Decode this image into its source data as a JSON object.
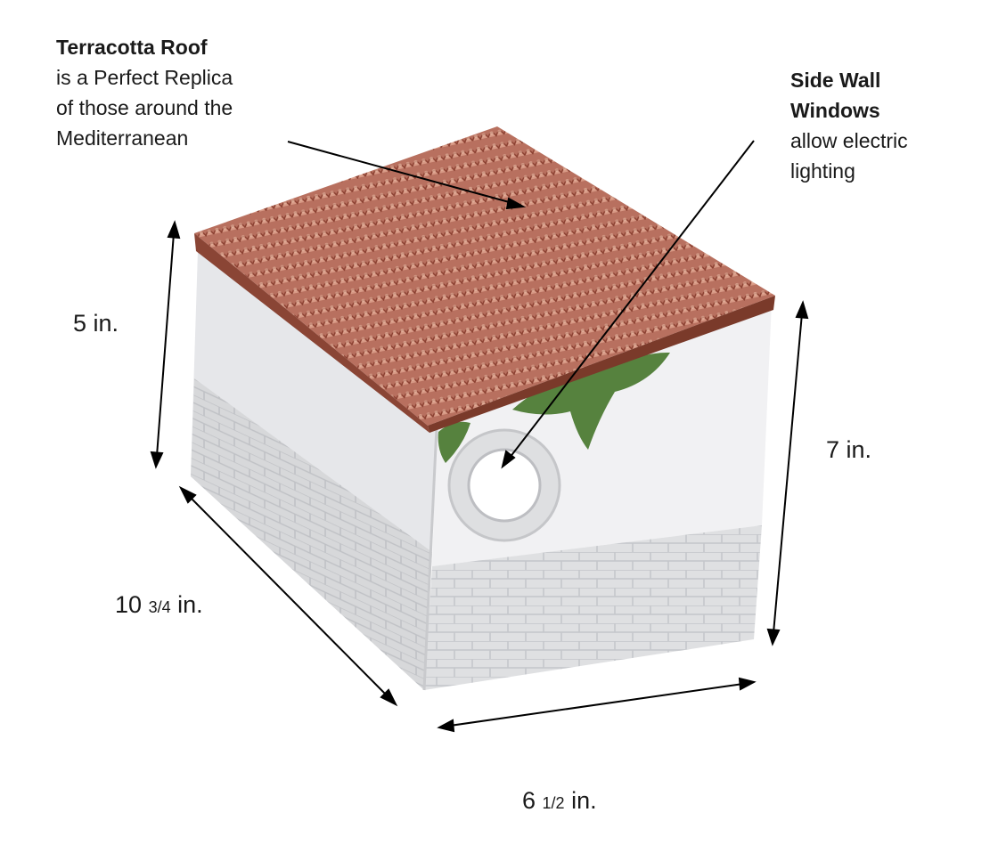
{
  "callouts": {
    "roof": {
      "title": "Terracotta Roof",
      "lines": [
        "is a Perfect Replica",
        "of those around the",
        "Mediterranean"
      ]
    },
    "window": {
      "title_lines": [
        "Side Wall",
        "Windows"
      ],
      "lines": [
        "allow electric",
        "lighting"
      ]
    }
  },
  "dimensions": {
    "height_left": {
      "whole": "5",
      "fraction": "",
      "unit": "in."
    },
    "height_right": {
      "whole": "7",
      "fraction": "",
      "unit": "in."
    },
    "length": {
      "whole": "10",
      "fraction": "3/4",
      "unit": "in."
    },
    "width": {
      "whole": "6",
      "fraction": "1/2",
      "unit": "in."
    }
  },
  "colors": {
    "roof_tile": "#b86a5a",
    "roof_edge": "#7a3a2a",
    "wall_plaster": "#eeeef0",
    "wall_brick": "#dcdcdc",
    "ivy": "#4f7a3a"
  }
}
